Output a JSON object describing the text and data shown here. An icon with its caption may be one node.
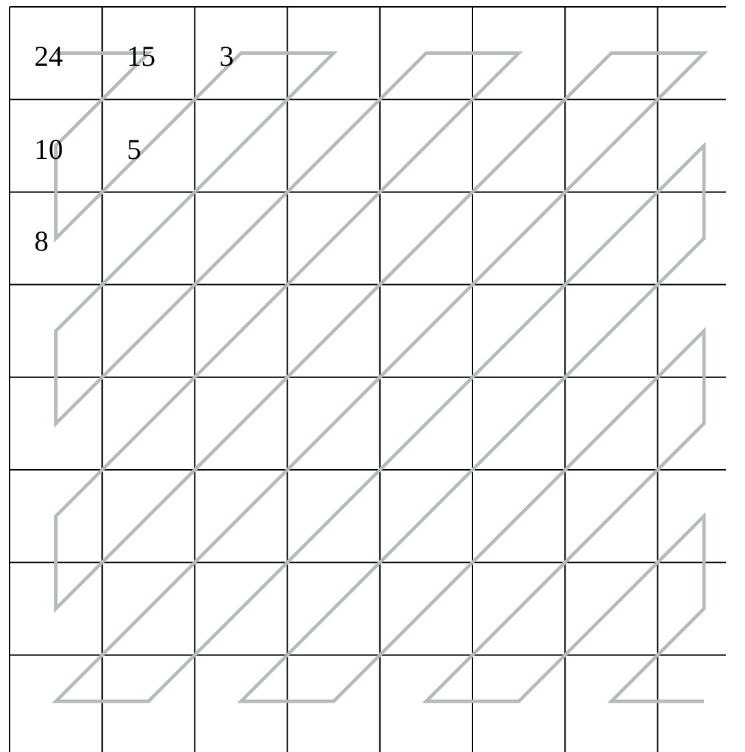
{
  "diagram": {
    "labels": [
      "24",
      "15",
      "3",
      "10",
      "5",
      "8"
    ]
  }
}
